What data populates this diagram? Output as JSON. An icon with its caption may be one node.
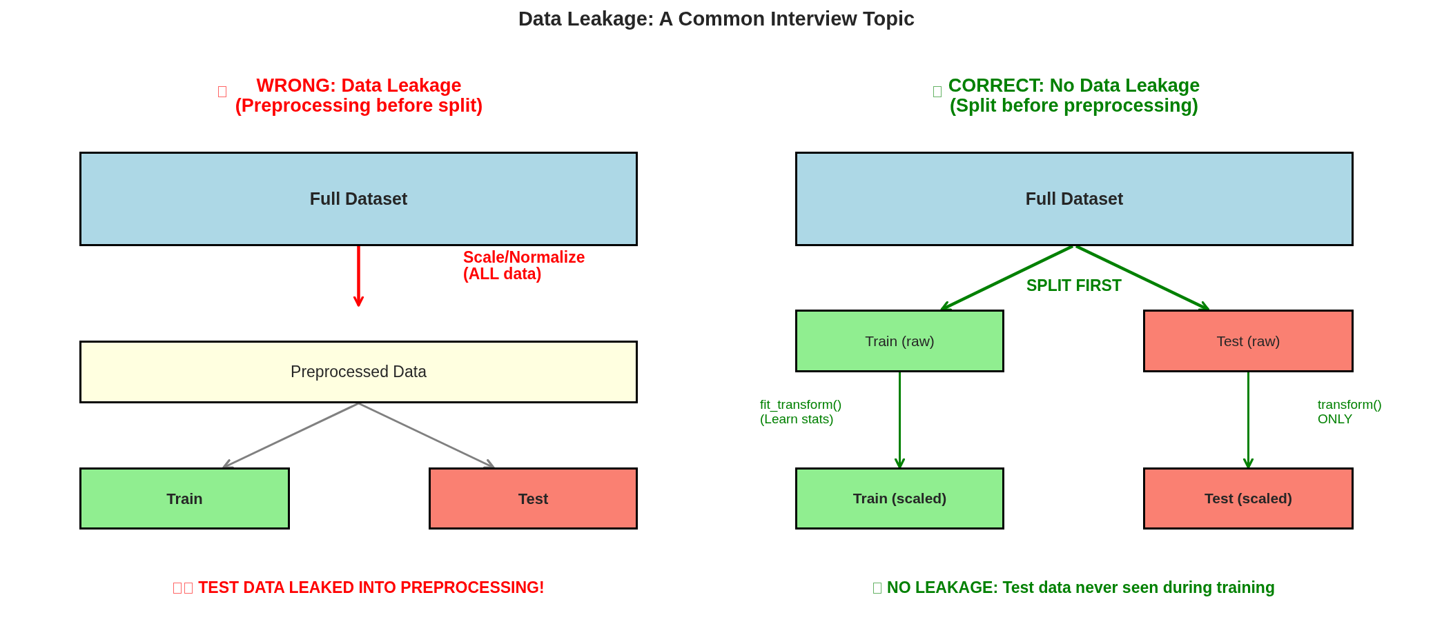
{
  "diagram": {
    "title": "Data Leakage: A Common Interview Topic",
    "nodes": [
      {
        "text": [
          "Full Dataset"
        ]
      },
      {
        "text": [
          "Preprocessed Data"
        ]
      },
      {
        "text": [
          "Train"
        ]
      },
      {
        "text": [
          "Test"
        ]
      },
      {
        "text": [
          "Full Dataset"
        ]
      },
      {
        "text": [
          "Train (raw)"
        ]
      },
      {
        "text": [
          "Test (raw)"
        ]
      },
      {
        "text": [
          "Train (scaled)"
        ]
      },
      {
        "text": [
          "Test (scaled)"
        ]
      }
    ],
    "edges": [
      {
        "from": 0,
        "to": 1,
        "arrow": "to",
        "color": "#ff0000"
      },
      {
        "from": 1,
        "to": 2,
        "arrow": "to",
        "color": "#808080"
      },
      {
        "from": 1,
        "to": 3,
        "arrow": "to",
        "color": "#808080"
      },
      {
        "from": 4,
        "to": 5,
        "arrow": "to"
      },
      {
        "from": 4,
        "to": 6,
        "arrow": "to"
      },
      {
        "from": 5,
        "to": 7,
        "arrow": "to",
        "label": "fit_transform() (Learn stats)"
      },
      {
        "from": 6,
        "to": 8,
        "arrow": "to"
      }
    ],
    "labels": [
      "WRONG: Data Leakage (Preprocessing before split)",
      "CORRECT: No Data Leakage (Split before preprocessing)",
      "Scale/Normalize (ALL data)",
      "SPLIT FIRST",
      "transform() ONLY",
      "TEST DATA LEAKED INTO PREPROCESSING!",
      "NO LEAKAGE: Test data never seen during training"
    ]
  }
}
